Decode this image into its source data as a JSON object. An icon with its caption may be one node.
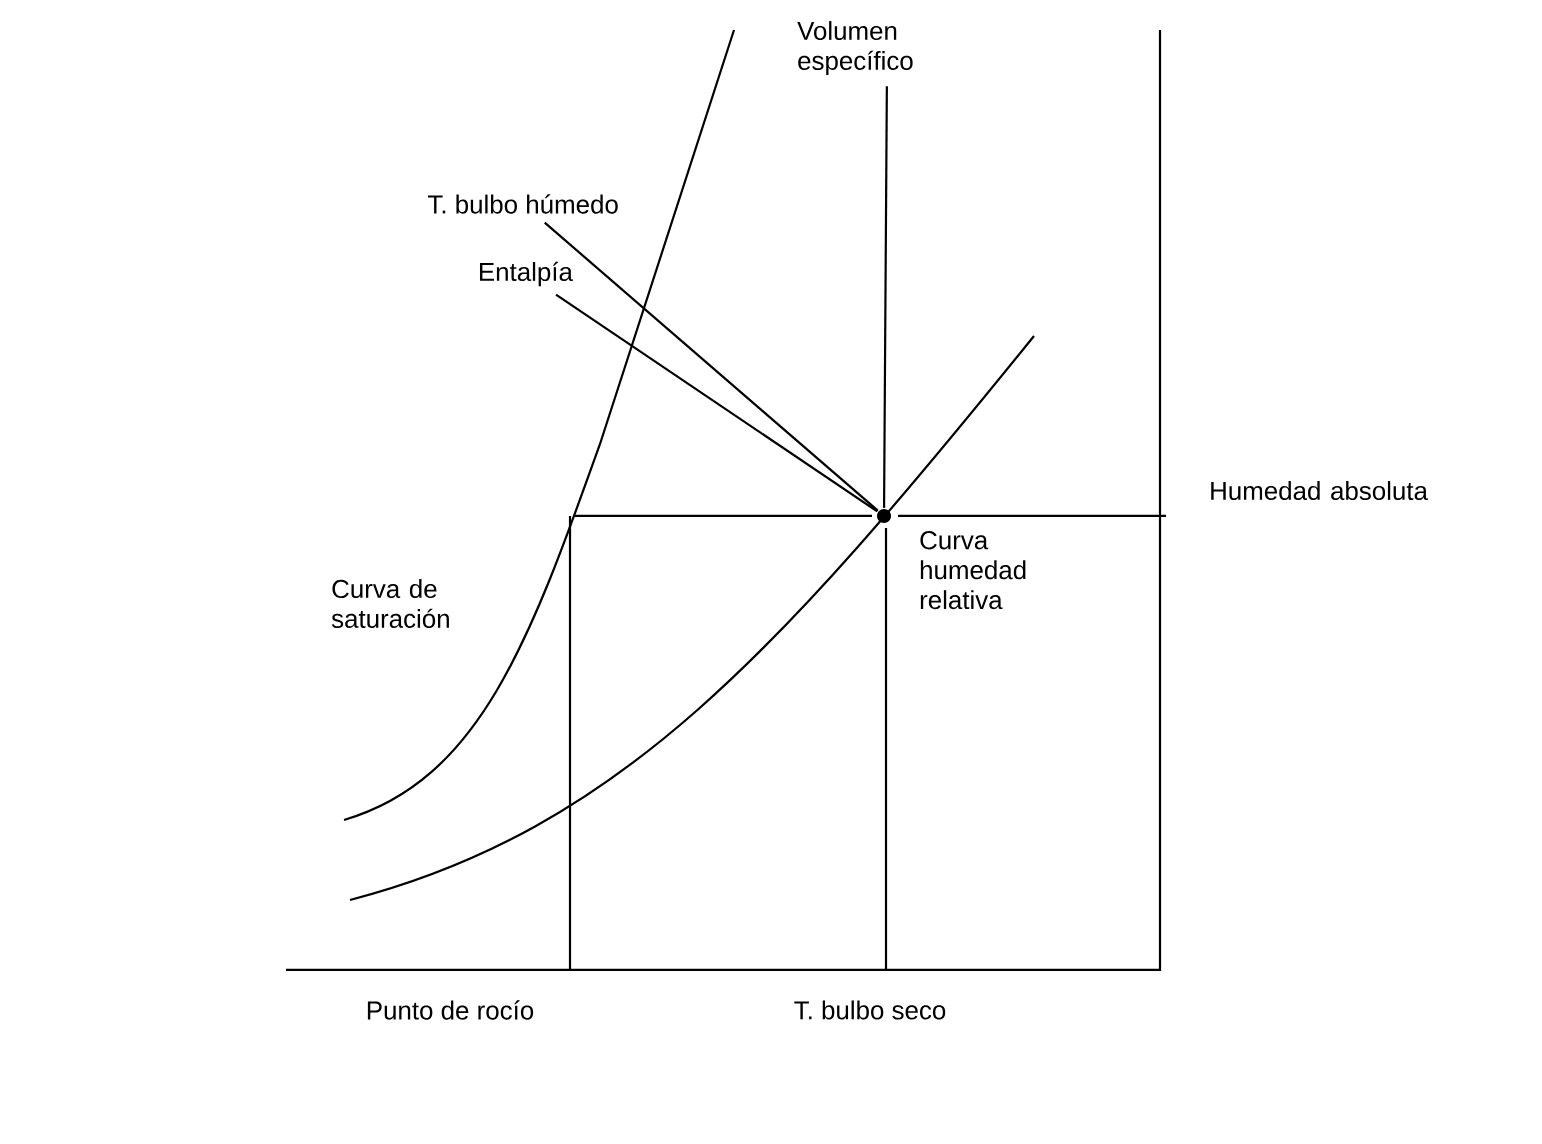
{
  "diagram": {
    "nodes": [
      {
        "text": [
          "Volumen específico"
        ]
      },
      {
        "text": [
          "T. bulbo húmedo"
        ]
      },
      {
        "text": [
          "Entalpía"
        ]
      },
      {
        "text": [],
        "shape": "circle"
      }
    ],
    "edges": [
      {
        "from": 0,
        "to": 3,
        "arrow": "none"
      },
      {
        "from": 1,
        "to": 3,
        "arrow": "none"
      },
      {
        "from": 2,
        "to": 3,
        "arrow": "none"
      }
    ],
    "labels": [
      "Humedad absoluta",
      "Curva de saturación",
      "Curva humedad relativa",
      "Punto de rocío",
      "T. bulbo seco"
    ]
  }
}
